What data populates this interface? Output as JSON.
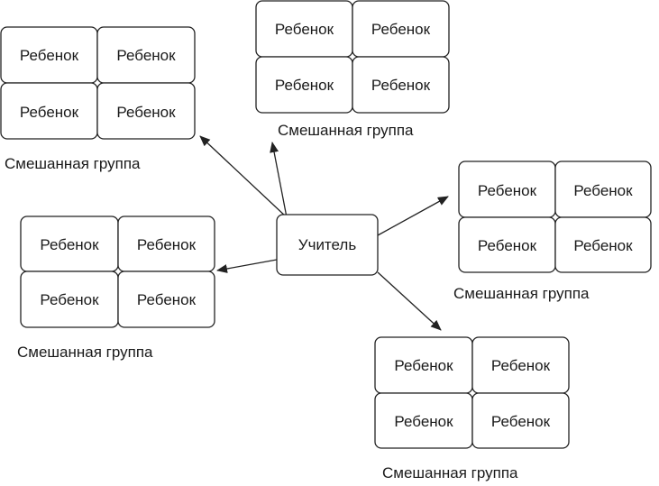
{
  "teacher": {
    "label": "Учитель"
  },
  "groups": [
    {
      "id": "top-left",
      "label": "Смешанная группа",
      "children": [
        "Ребенок",
        "Ребенок",
        "Ребенок",
        "Ребенок"
      ]
    },
    {
      "id": "top-center",
      "label": "Смешанная группа",
      "children": [
        "Ребенок",
        "Ребенок",
        "Ребенок",
        "Ребенок"
      ]
    },
    {
      "id": "middle-left",
      "label": "Смешанная группа",
      "children": [
        "Ребенок",
        "Ребенок",
        "Ребенок",
        "Ребенок"
      ]
    },
    {
      "id": "right",
      "label": "Смешанная группа",
      "children": [
        "Ребенок",
        "Ребенок",
        "Ребенок",
        "Ребенок"
      ]
    },
    {
      "id": "bottom",
      "label": "Смешанная группа",
      "children": [
        "Ребенок",
        "Ребенок",
        "Ребенок",
        "Ребенок"
      ]
    }
  ]
}
